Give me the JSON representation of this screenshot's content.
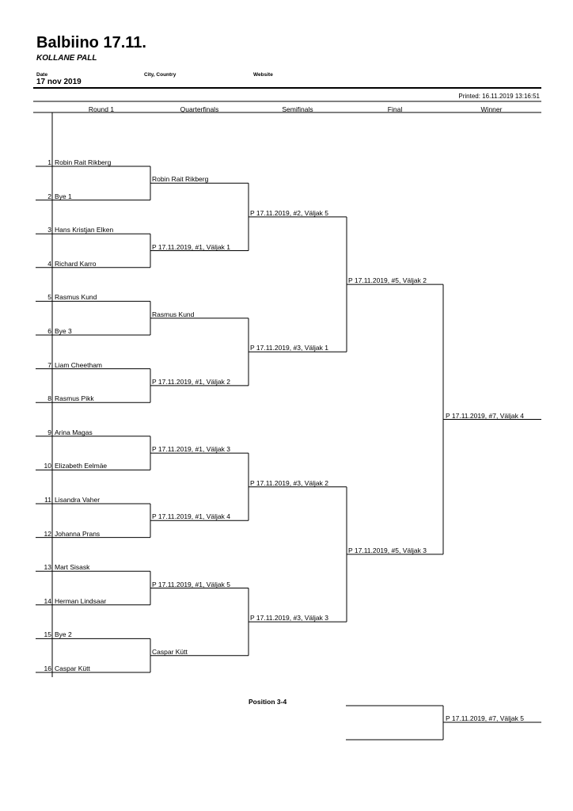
{
  "header": {
    "title": "Balbiino 17.11.",
    "subtitle": "KOLLANE PALL",
    "date_label": "Date",
    "city_label": "City, Country",
    "website_label": "Website",
    "date_value": "17 nov 2019",
    "printed": "Printed: 16.11.2019 13:16:51"
  },
  "rounds": [
    "Round 1",
    "Quarterfinals",
    "Semifinals",
    "Final",
    "Winner"
  ],
  "round1": [
    {
      "num": "1",
      "name": "Robin Rait Rikberg"
    },
    {
      "num": "2",
      "name": "Bye 1"
    },
    {
      "num": "3",
      "name": "Hans Kristjan Elken"
    },
    {
      "num": "4",
      "name": "Richard Karro"
    },
    {
      "num": "5",
      "name": "Rasmus Kund"
    },
    {
      "num": "6",
      "name": "Bye 3"
    },
    {
      "num": "7",
      "name": "Liam Cheetham"
    },
    {
      "num": "8",
      "name": "Rasmus Pikk"
    },
    {
      "num": "9",
      "name": "Arina Magas"
    },
    {
      "num": "10",
      "name": "Elizabeth Eelmäe"
    },
    {
      "num": "11",
      "name": "Lisandra Vaher"
    },
    {
      "num": "12",
      "name": "Johanna Prans"
    },
    {
      "num": "13",
      "name": "Mart Sisask"
    },
    {
      "num": "14",
      "name": "Herman Lindsaar"
    },
    {
      "num": "15",
      "name": "Bye 2"
    },
    {
      "num": "16",
      "name": "Caspar Kütt"
    }
  ],
  "quarterfinals": [
    "Robin Rait Rikberg",
    "P 17.11.2019, #1, Väljak 1",
    "Rasmus Kund",
    "P 17.11.2019, #1, Väljak 2",
    "P 17.11.2019, #1, Väljak 3",
    "P 17.11.2019, #1, Väljak 4",
    "P 17.11.2019, #1, Väljak 5",
    "Caspar Kütt"
  ],
  "semifinals": [
    "P 17.11.2019, #2, Väljak 5",
    "P 17.11.2019, #3, Väljak 1",
    "P 17.11.2019, #3, Väljak 2",
    "P 17.11.2019, #3, Väljak 3"
  ],
  "final": [
    "P 17.11.2019, #5, Väljak 2",
    "P 17.11.2019, #5, Väljak 3"
  ],
  "winner": "P 17.11.2019, #7, Väljak 4",
  "position34": {
    "label": "Position 3-4",
    "match": "P 17.11.2019, #7, Väljak 5"
  }
}
